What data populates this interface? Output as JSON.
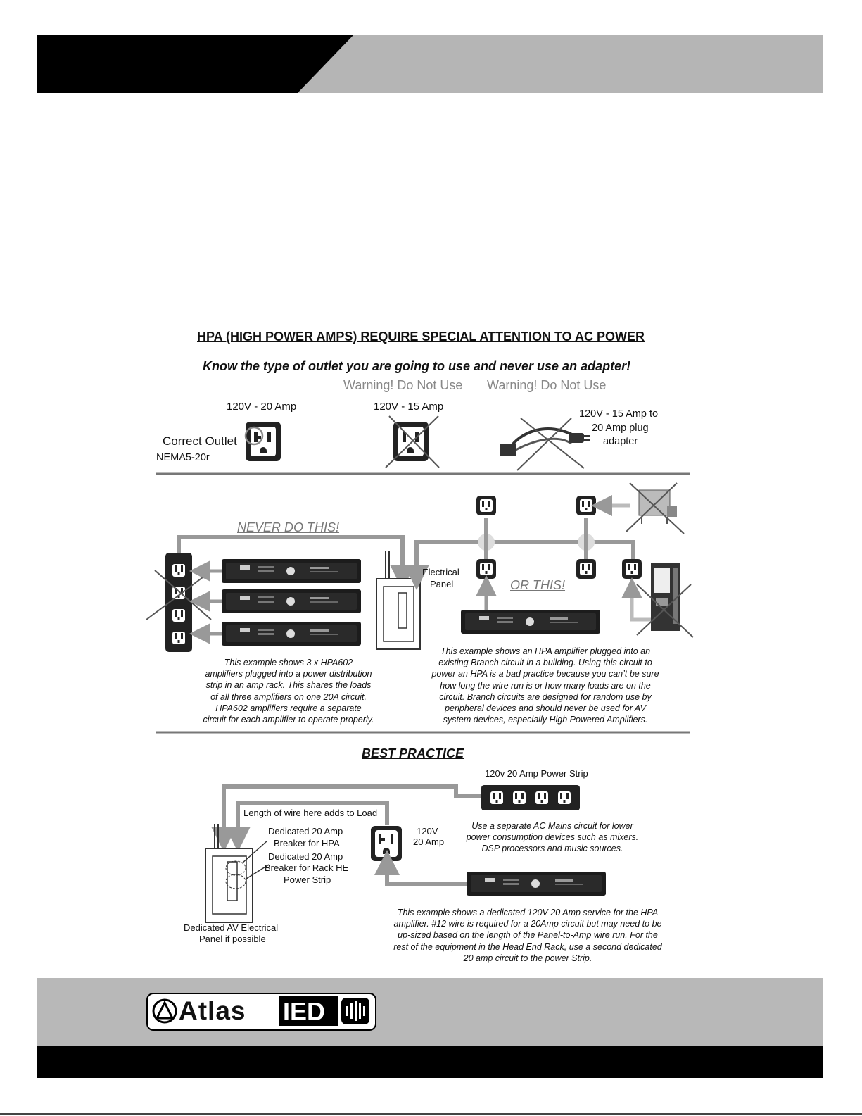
{
  "heading": "HPA (HIGH POWER AMPS) REQUIRE SPECIAL ATTENTION TO AC POWER",
  "subheading": "Know the type of outlet you are going to use and never use an adapter!",
  "outlets": {
    "warning_1": "Warning! Do Not Use",
    "warning_2": "Warning! Do Not Use",
    "correct_label": "120V - 20 Amp",
    "correct_outlet": "Correct Outlet",
    "nema": "NEMA5-20r",
    "bad_outlet_label": "120V - 15 Amp",
    "adapter_label_1": "120V - 15 Amp to",
    "adapter_label_2": "20 Amp plug",
    "adapter_label_3": "adapter"
  },
  "never": {
    "title": "NEVER DO THIS!",
    "panel_1": "Electrical",
    "panel_2": "Panel",
    "or_this": "OR THIS!",
    "left_caption": [
      "This example shows 3 x HPA602",
      "amplifiers plugged into a power distribution",
      "strip in an amp rack. This shares the loads",
      "of all three amplifiers on one 20A circuit.",
      "HPA602 amplifiers require a separate",
      "circuit for each amplifier to operate properly."
    ],
    "right_caption": [
      "This example shows an HPA amplifier plugged into an",
      "existing Branch circuit in a building.  Using this circuit to",
      "power an HPA is a bad practice because you can’t be sure",
      "how long the wire run is or how many loads are on the",
      "circuit. Branch circuits are designed for random use by",
      "peripheral devices and should never be used for AV",
      "system devices, especially High Powered Amplifiers."
    ]
  },
  "best": {
    "title": "BEST PRACTICE",
    "power_strip": "120v 20 Amp Power Strip",
    "wire_length": "Length of wire here adds to Load",
    "breaker_hpa_1": "Dedicated 20 Amp",
    "breaker_hpa_2": "Breaker for HPA",
    "breaker_rack_1": "Dedicated 20 Amp",
    "breaker_rack_2": "Breaker for Rack HE",
    "breaker_rack_3": "Power Strip",
    "outlet_1": "120V",
    "outlet_2": "20 Amp",
    "separate_1": "Use a separate AC Mains circuit for lower",
    "separate_2": "power consumption devices such as mixers.",
    "separate_3": "DSP processors and music sources.",
    "panel_1": "Dedicated AV Electrical",
    "panel_2": "Panel if possible",
    "caption": [
      "This example shows a dedicated 120V 20 Amp service for the HPA",
      "amplifier.  #12 wire is required for a 20Amp circuit but may need to be",
      "up-sized based on the length of the Panel-to-Amp wire run.  For the",
      "rest of the equipment in the Head End Rack, use a second dedicated",
      "20 amp circuit to the power Strip."
    ]
  },
  "amp_model": "HPA602",
  "footer": {
    "logo_text_1": "Atlas",
    "logo_text_2": "IED"
  }
}
